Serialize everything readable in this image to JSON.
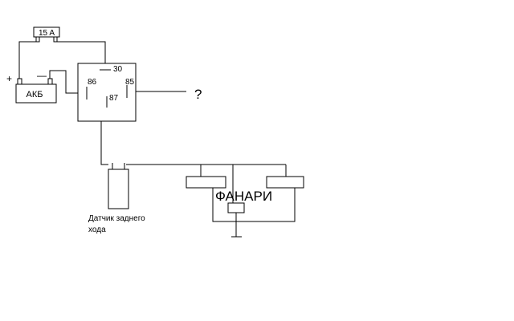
{
  "fuse": {
    "label": "15 A"
  },
  "battery": {
    "label": "АКБ",
    "plus": "+",
    "minus": "—"
  },
  "relay": {
    "pin30": "30",
    "pin86": "86",
    "pin85": "85",
    "pin87": "87"
  },
  "question": "?",
  "sensor": {
    "label_line1": "Датчик заднего",
    "label_line2": "хода"
  },
  "lamps": {
    "label": "ФАНАРИ"
  }
}
